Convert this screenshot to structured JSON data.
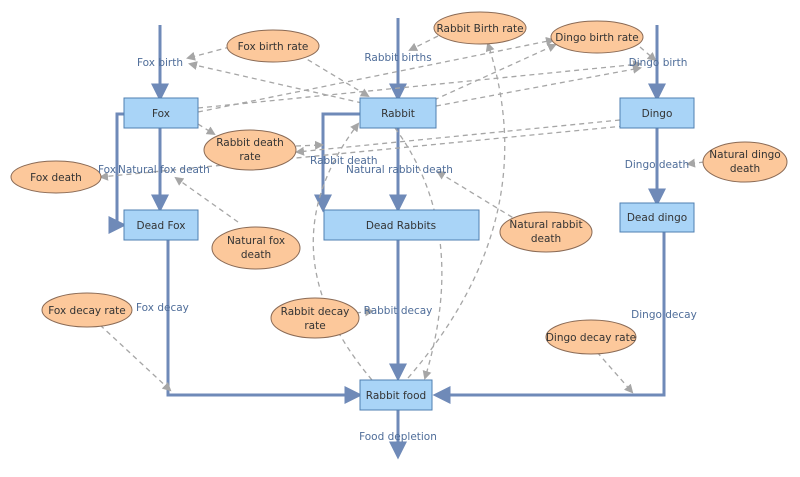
{
  "stocks": {
    "fox": "Fox",
    "rabbit": "Rabbit",
    "dingo": "Dingo",
    "dead_fox": "Dead Fox",
    "dead_rabbits": "Dead Rabbits",
    "dead_dingo": "Dead dingo",
    "rabbit_food": "Rabbit food"
  },
  "flows": {
    "fox_birth": "Fox birth",
    "rabbit_births": "Rabbit births",
    "dingo_birth": "Dingo birth",
    "fox_death_flow": "Fox",
    "natural_fox_death": "Natural fox death",
    "rabbit_death": "Rabbit death",
    "natural_rabbit_death": "Natural rabbit death",
    "dingo_death": "Dingo death",
    "fox_decay": "Fox decay",
    "rabbit_decay": "Rabbit decay",
    "dingo_decay": "Dingo decay",
    "food_depletion": "Food depletion"
  },
  "variables": {
    "fox_birth_rate": "Fox birth rate",
    "rabbit_birth_rate": "Rabbit Birth rate",
    "dingo_birth_rate": "Dingo birth rate",
    "rabbit_death_rate_l1": "Rabbit death",
    "rabbit_death_rate_l2": "rate",
    "fox_death": "Fox death",
    "natural_dingo_death_l1": "Natural dingo",
    "natural_dingo_death_l2": "death",
    "natural_fox_death_l1": "Natural fox",
    "natural_fox_death_l2": "death",
    "natural_rabbit_death_l1": "Natural rabbit",
    "natural_rabbit_death_l2": "death",
    "fox_decay_rate": "Fox decay rate",
    "rabbit_decay_rate_l1": "Rabbit decay",
    "rabbit_decay_rate_l2": "rate",
    "dingo_decay_rate": "Dingo decay rate"
  },
  "colors": {
    "stock_fill": "#a9d4f7",
    "variable_fill": "#fcc89b",
    "flow": "#6f8ab8",
    "link": "#a6a6a6"
  }
}
